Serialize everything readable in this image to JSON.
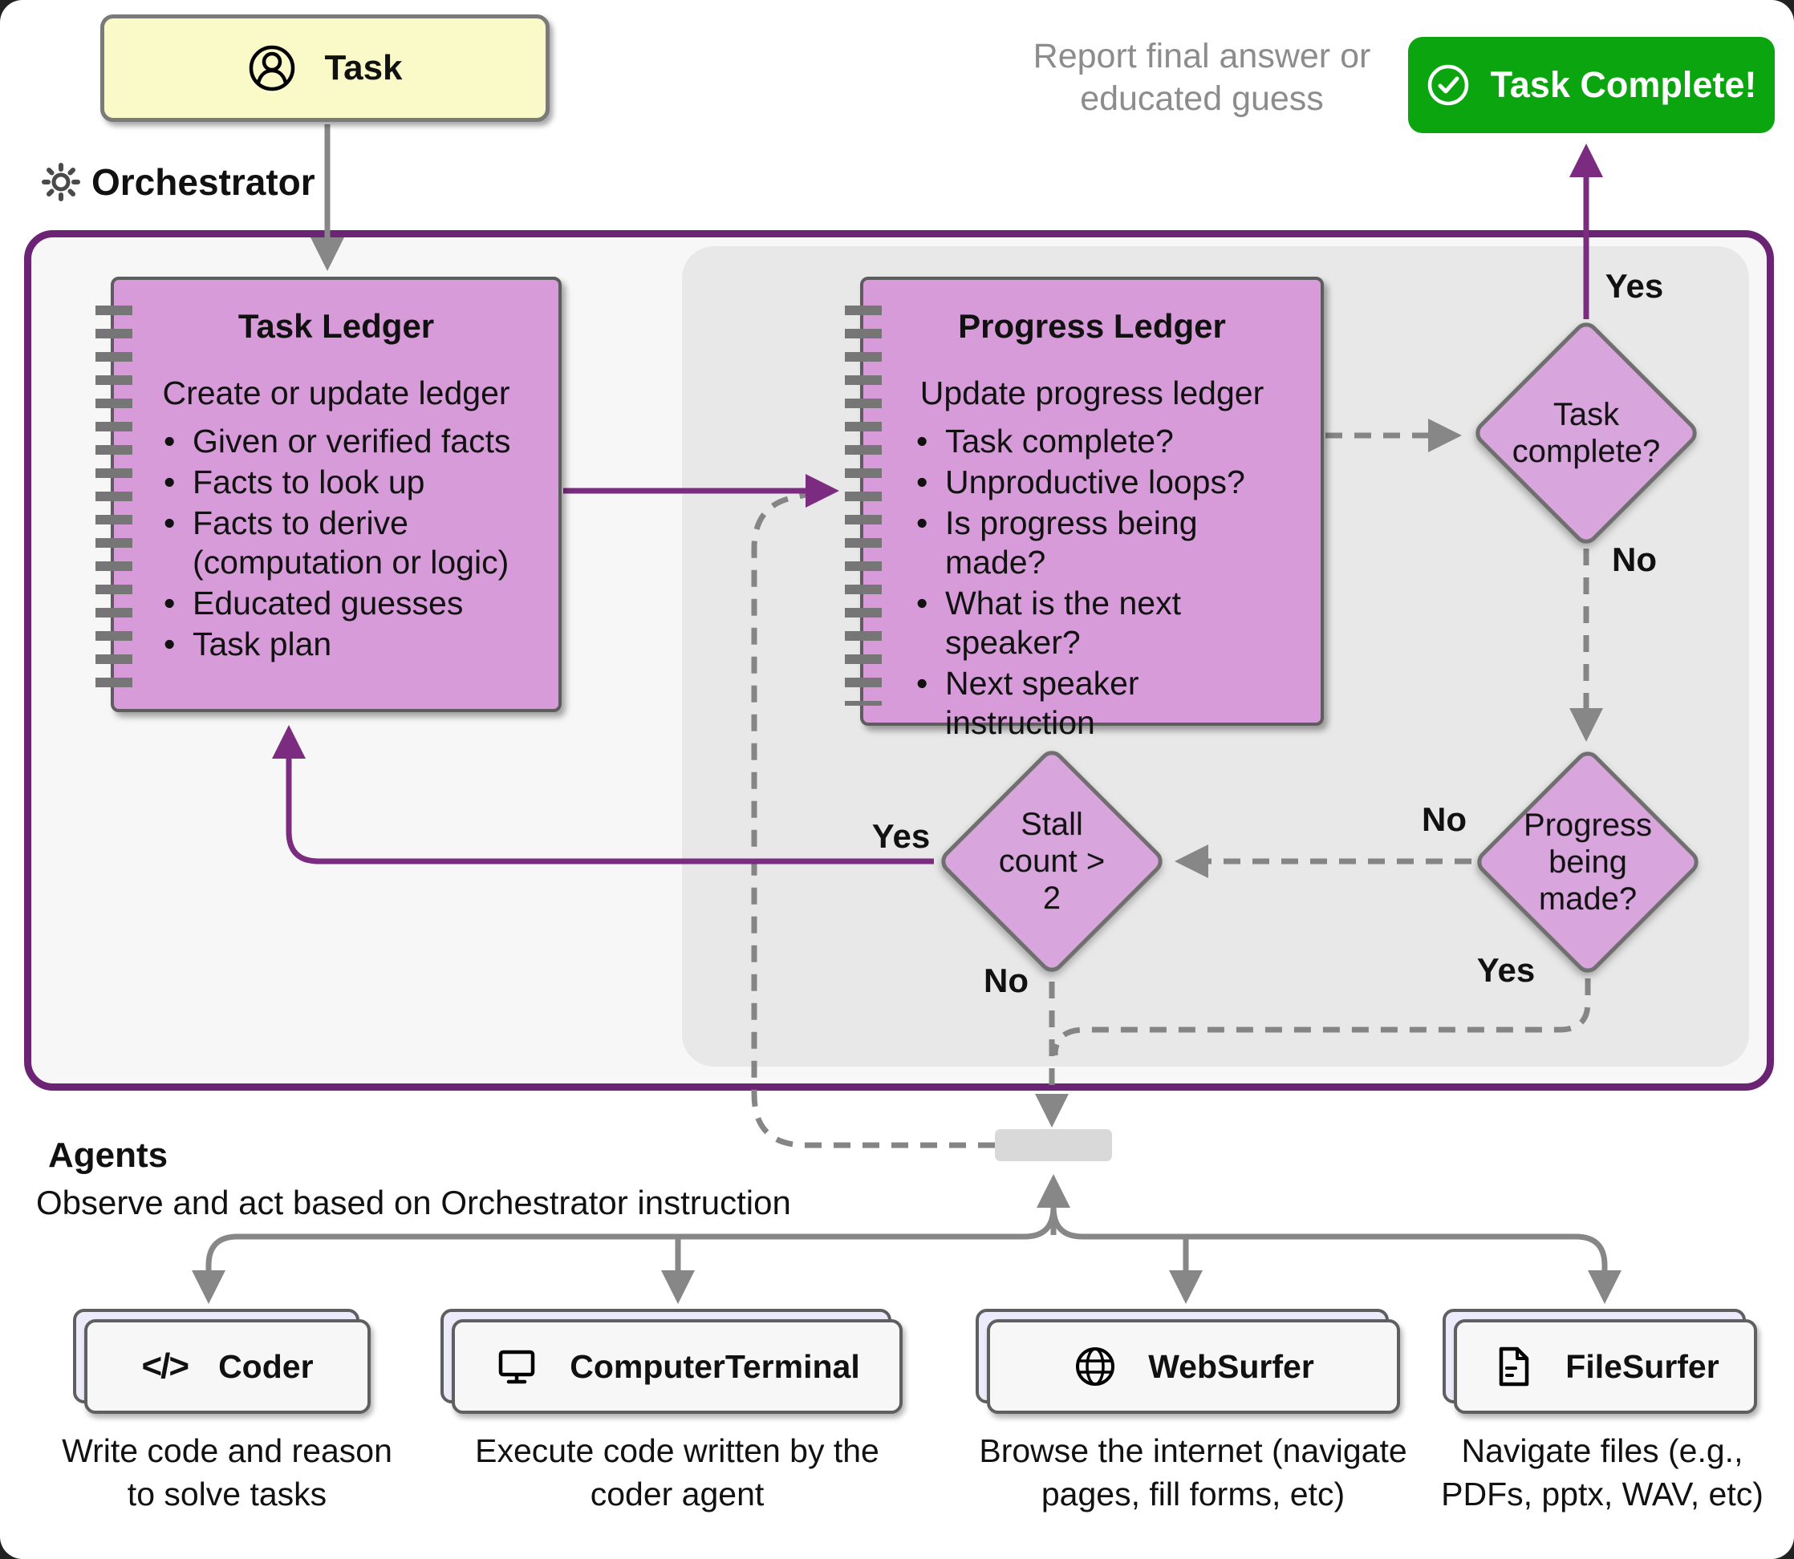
{
  "colors": {
    "purple_border": "#6a2473",
    "purple_arrow": "#7b2c81",
    "ledger_fill": "#d69bd8",
    "diamond_fill": "#d8a5dd",
    "green": "#0aa50f",
    "yellow": "#fafac8",
    "gray_line": "#878787"
  },
  "task_box": {
    "label": "Task",
    "icon": "user-icon"
  },
  "orchestrator": {
    "label": "Orchestrator",
    "icon": "gear-icon"
  },
  "report_note": {
    "line1": "Report final answer or",
    "line2": "educated guess"
  },
  "task_complete_button": {
    "label": "Task Complete!",
    "icon": "check-circle-icon"
  },
  "task_ledger": {
    "title": "Task Ledger",
    "subtitle": "Create or update ledger",
    "bullets": [
      "Given or verified facts",
      "Facts to look up",
      "Facts to derive (computation or logic)",
      "Educated guesses",
      "Task plan"
    ]
  },
  "progress_ledger": {
    "title": "Progress Ledger",
    "subtitle": "Update progress ledger",
    "bullets": [
      "Task complete?",
      "Unproductive loops?",
      "Is progress being made?",
      "What is the next speaker?",
      "Next speaker instruction"
    ]
  },
  "decisions": {
    "task_complete": {
      "label": "Task complete?",
      "yes": "Yes",
      "no": "No"
    },
    "progress_being_made": {
      "label": "Progress being made?",
      "yes": "Yes",
      "no": "No"
    },
    "stall_count": {
      "label": "Stall count > 2",
      "yes": "Yes",
      "no": "No"
    }
  },
  "agents_section": {
    "title": "Agents",
    "subtitle": "Observe and act based on Orchestrator instruction",
    "agents": [
      {
        "name": "Coder",
        "icon": "code-icon",
        "description": "Write code and reason to solve tasks"
      },
      {
        "name": "ComputerTerminal",
        "icon": "monitor-icon",
        "description": "Execute code written by the coder agent"
      },
      {
        "name": "WebSurfer",
        "icon": "globe-icon",
        "description": "Browse the internet (navigate pages, fill forms, etc)"
      },
      {
        "name": "FileSurfer",
        "icon": "file-icon",
        "description": "Navigate files (e.g., PDFs, pptx, WAV, etc)"
      }
    ]
  }
}
